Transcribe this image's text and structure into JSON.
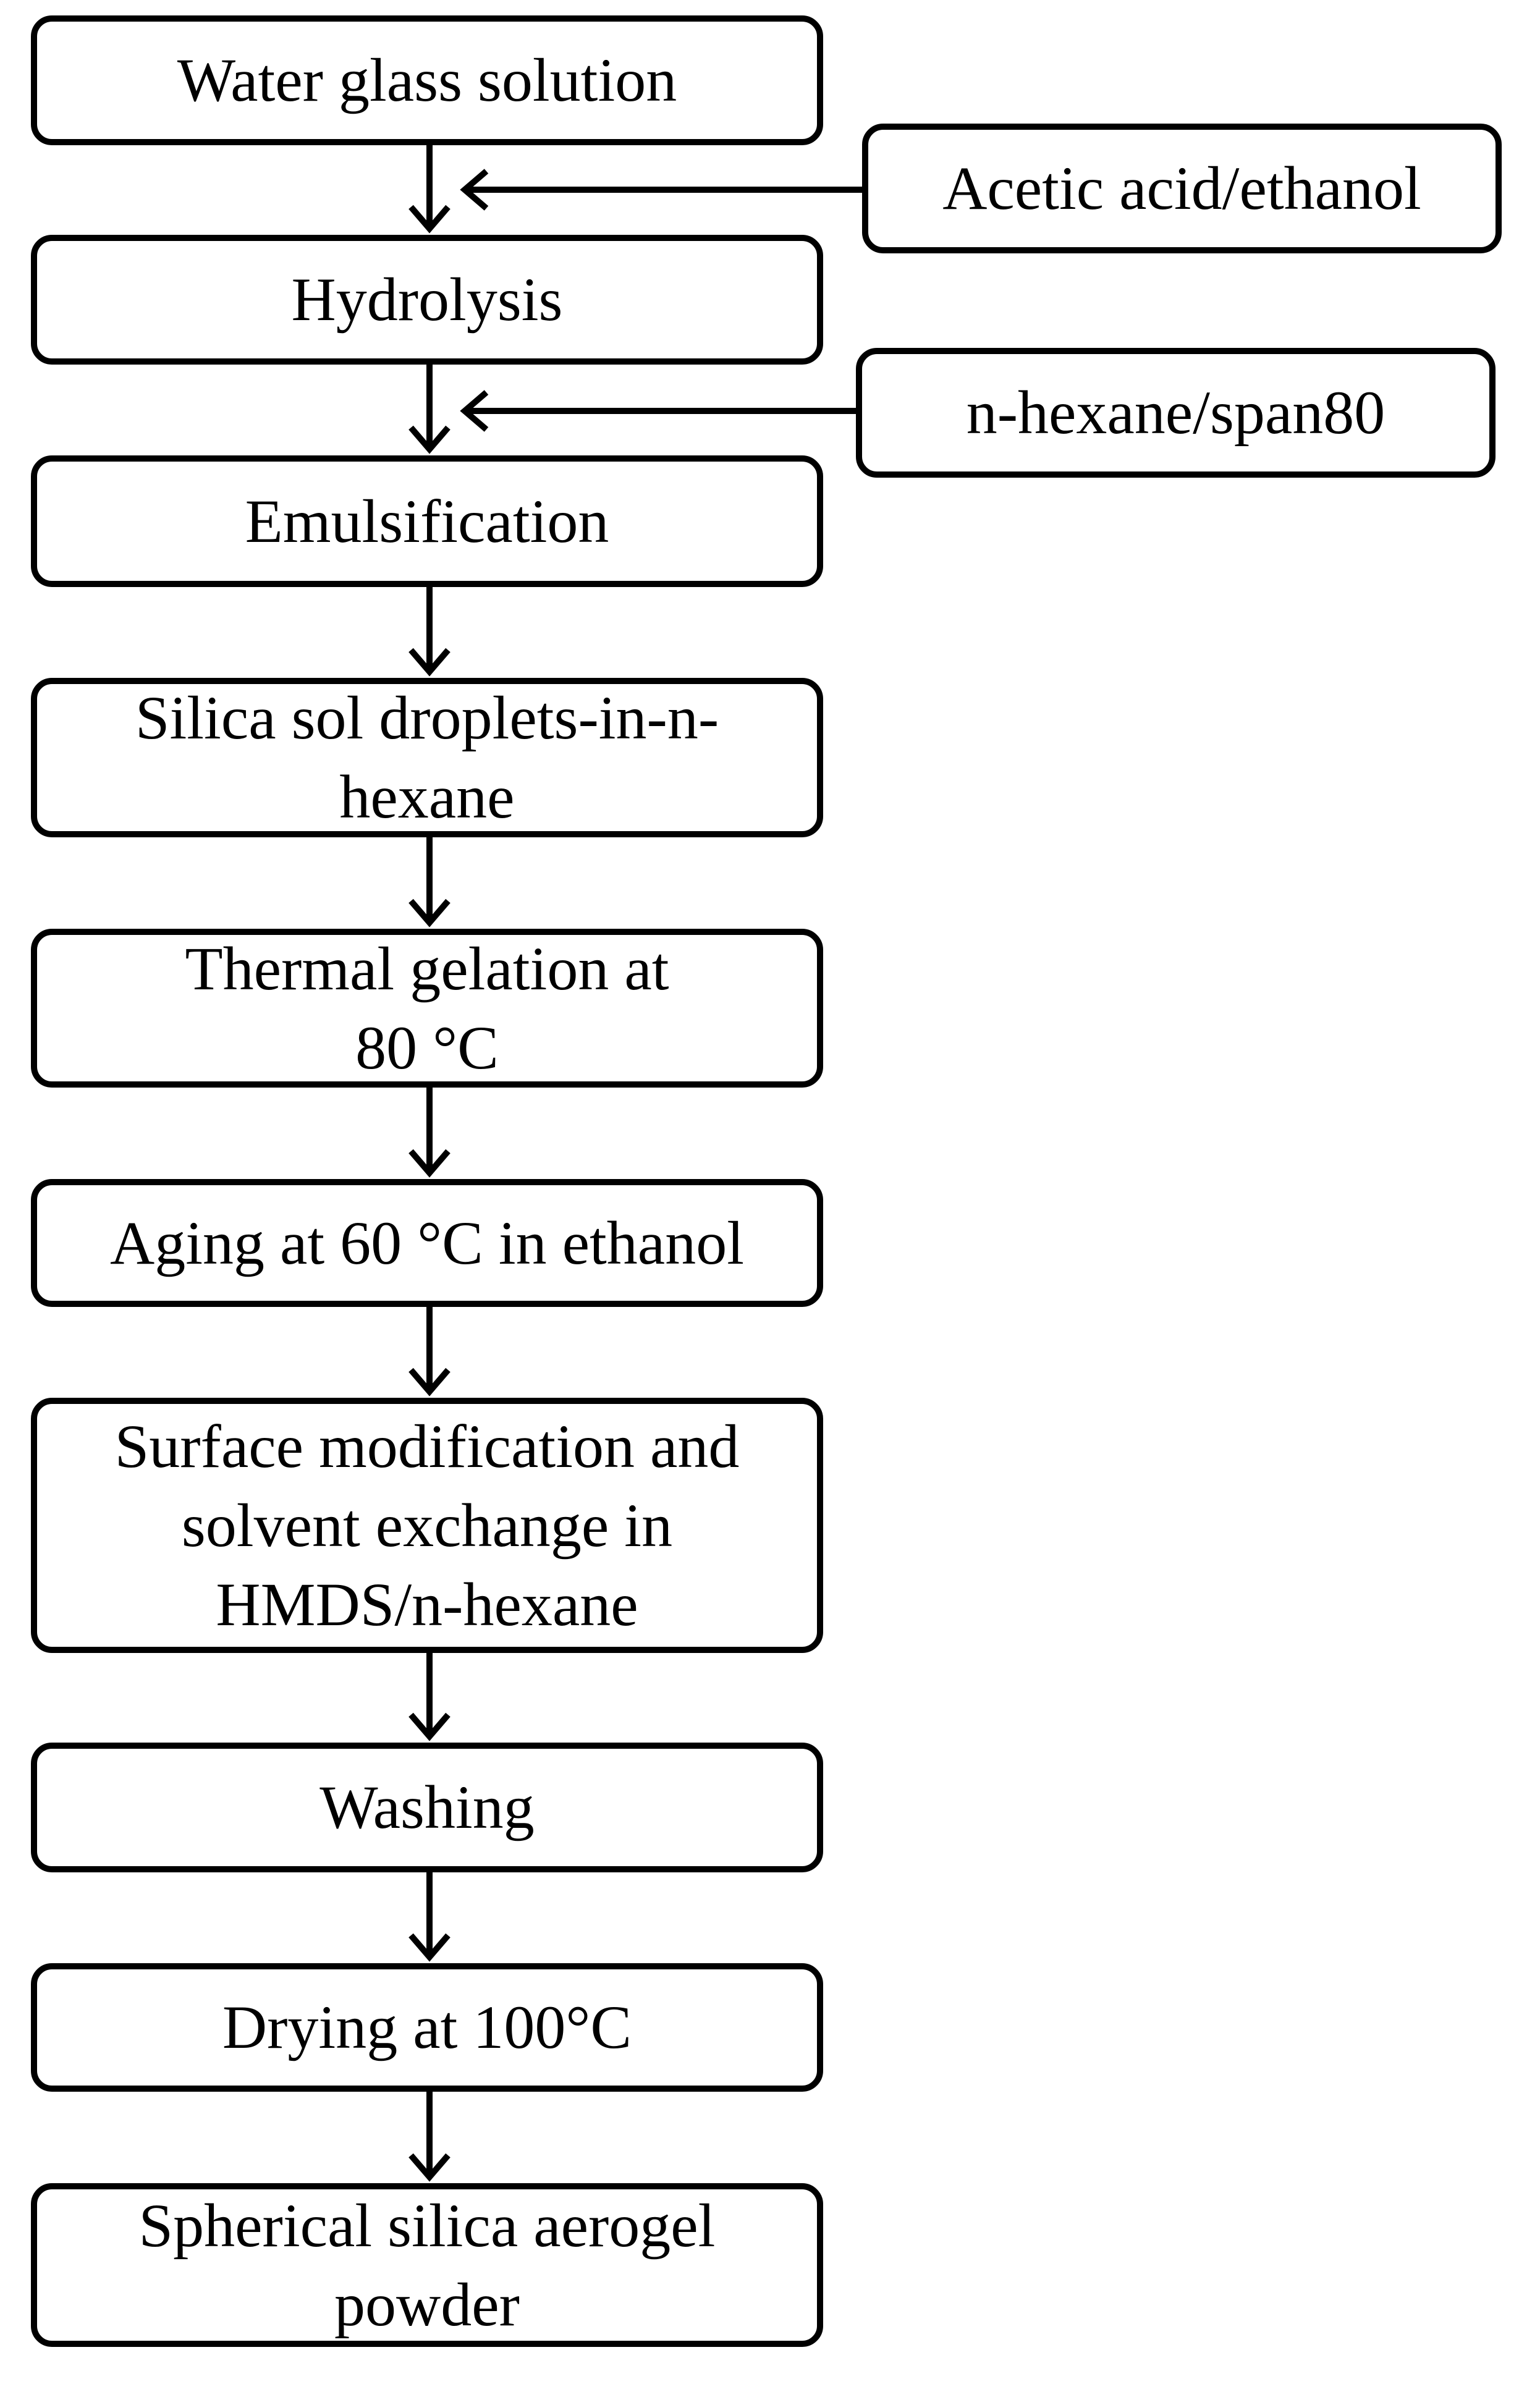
{
  "steps": [
    {
      "label": "Water glass solution"
    },
    {
      "label": "Hydrolysis"
    },
    {
      "label": "Emulsification"
    },
    {
      "label": "Silica sol droplets-in-n-\nhexane"
    },
    {
      "label": "Thermal gelation at\n80 °C"
    },
    {
      "label": "Aging at 60 °C in ethanol"
    },
    {
      "label": "Surface modification and\nsolvent exchange in\nHMDS/n-hexane"
    },
    {
      "label": "Washing"
    },
    {
      "label": "Drying at 100°C"
    },
    {
      "label": "Spherical silica aerogel\npowder"
    }
  ],
  "inputs": [
    {
      "label": "Acetic acid/ethanol"
    },
    {
      "label": "n-hexane/span80"
    }
  ]
}
